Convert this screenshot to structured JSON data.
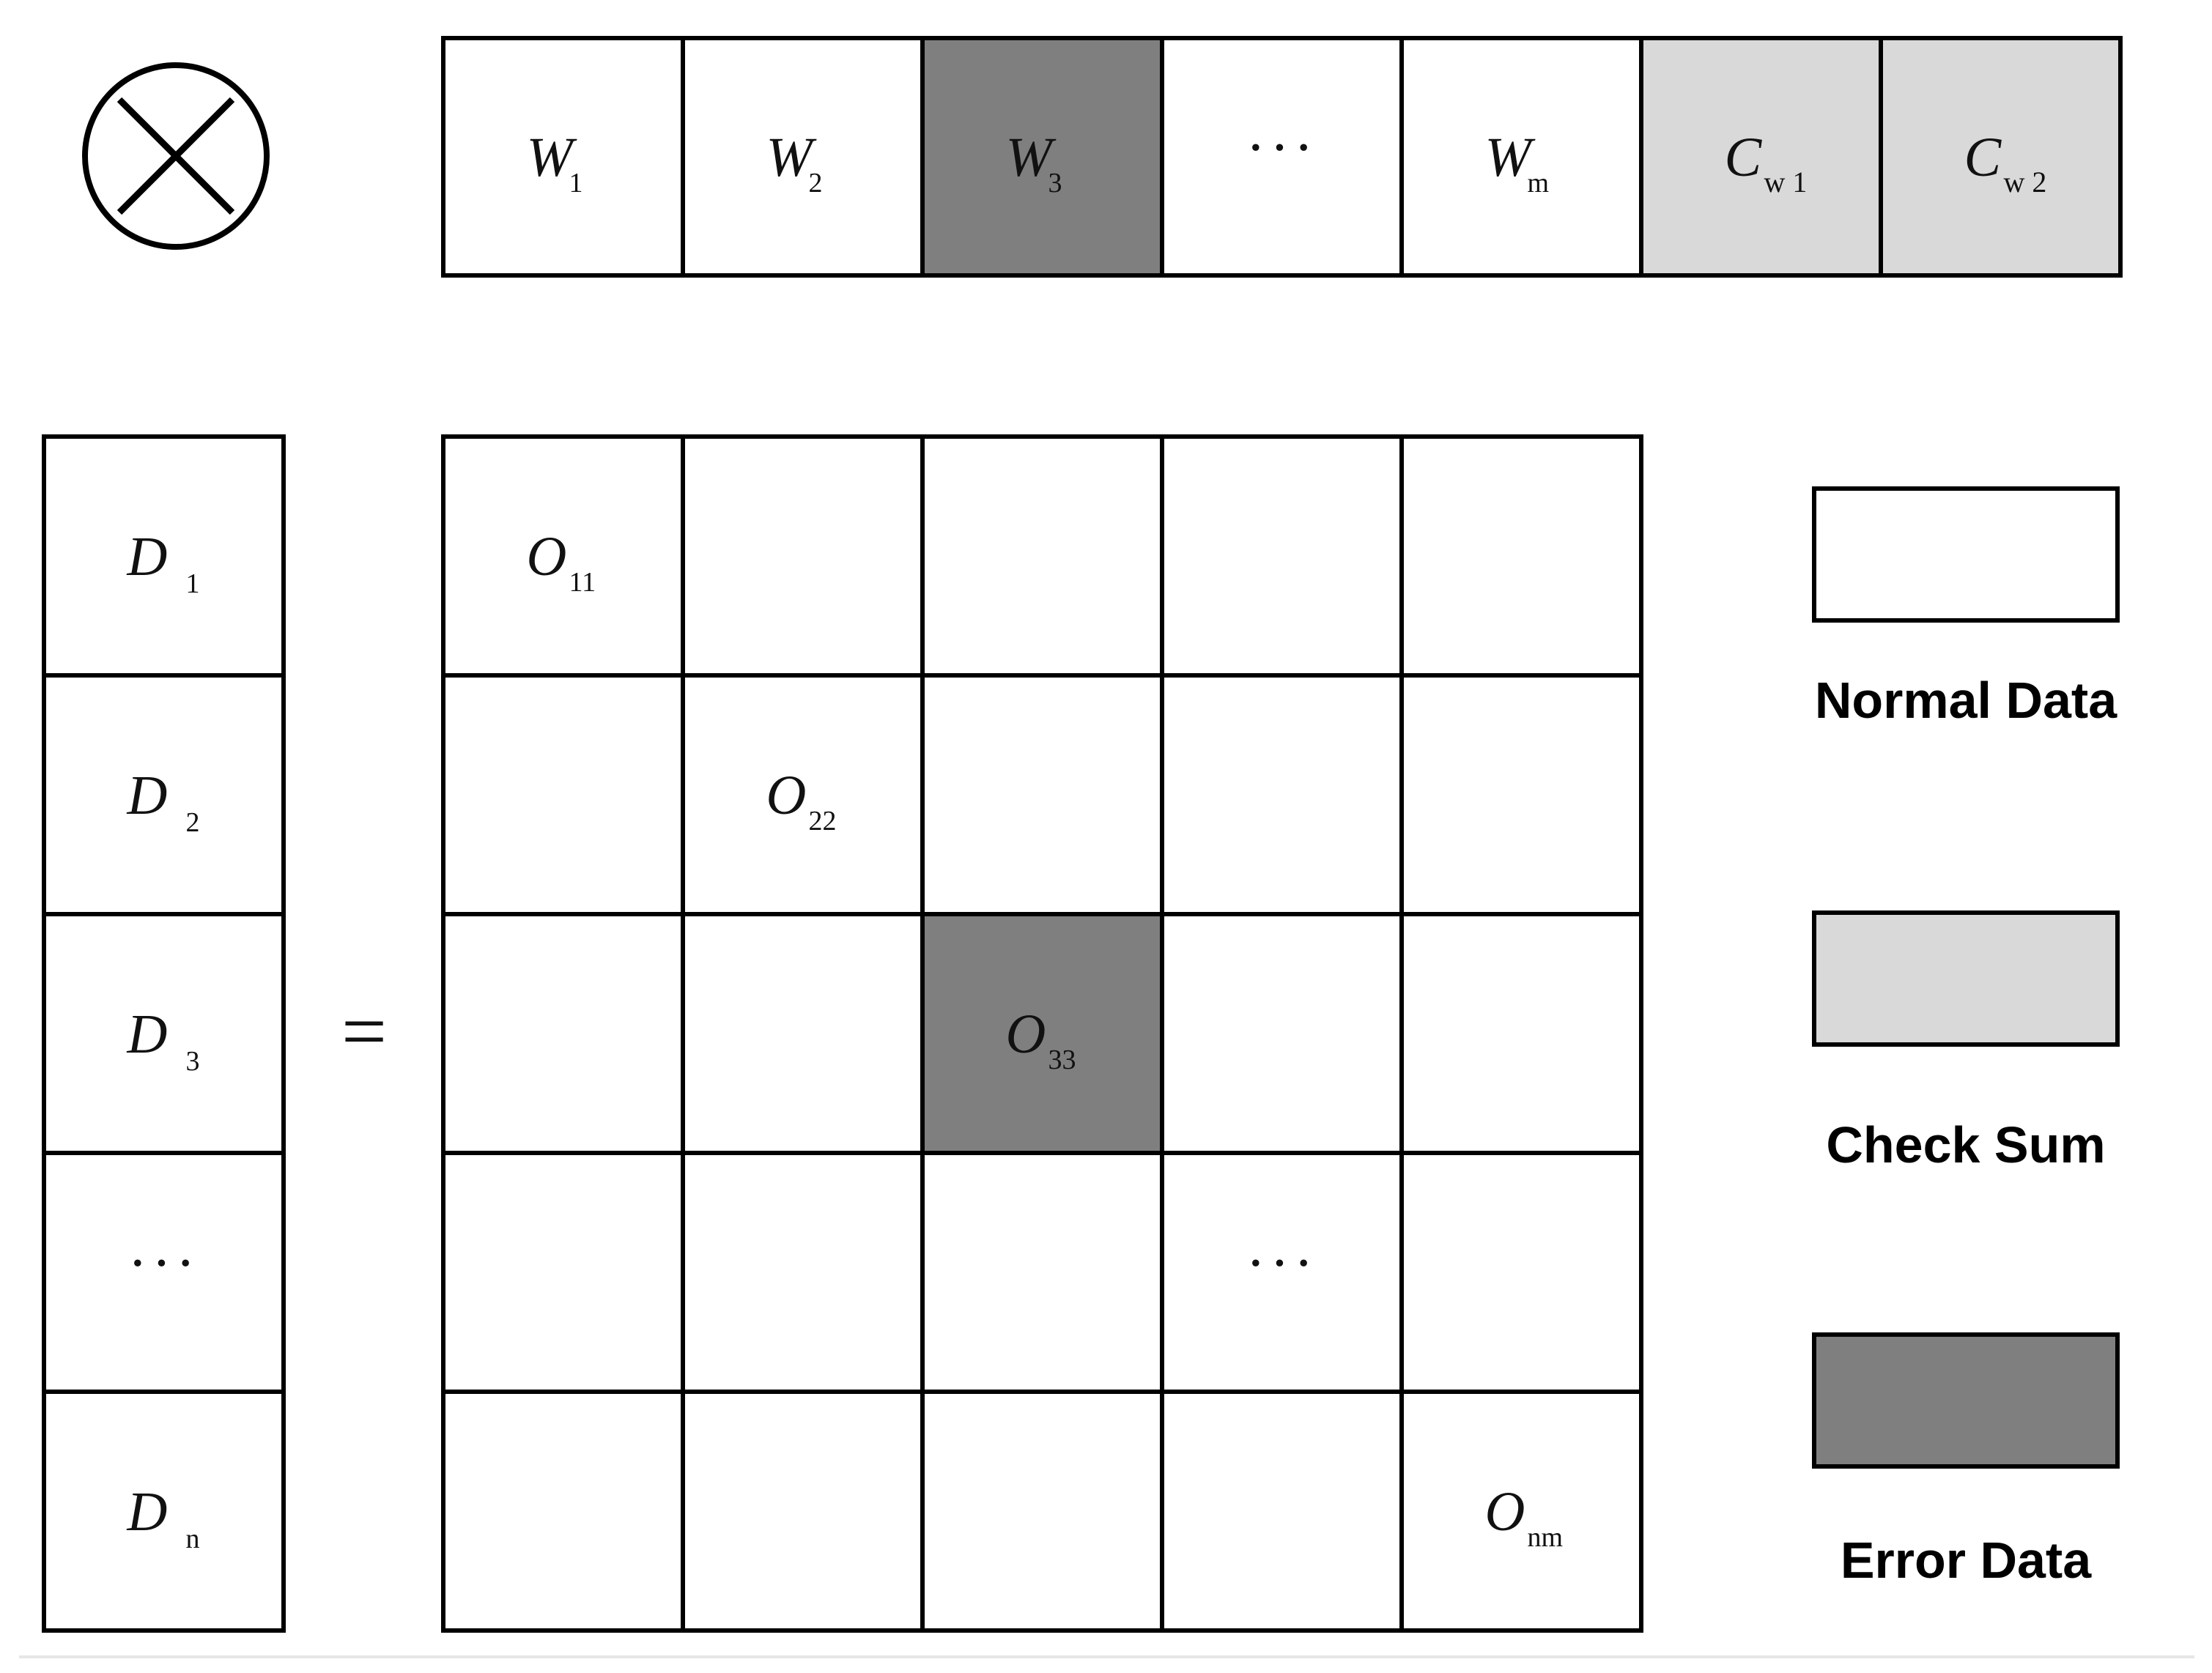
{
  "colors": {
    "normal": "#ffffff",
    "checksum": "#d9d9d9",
    "error": "#7f7f7f",
    "stroke": "#000000"
  },
  "operator": {
    "icon": "circled-times-icon"
  },
  "equals": "=",
  "weights": [
    {
      "base": "W",
      "sub": "1",
      "kind": "normal"
    },
    {
      "base": "W",
      "sub": "2",
      "kind": "normal"
    },
    {
      "base": "W",
      "sub": "3",
      "kind": "error"
    },
    {
      "base": "···",
      "sub": "",
      "kind": "normal"
    },
    {
      "base": "W",
      "sub": "m",
      "kind": "normal"
    },
    {
      "base": "C",
      "sub": "w 1",
      "kind": "checksum"
    },
    {
      "base": "C",
      "sub": "w 2",
      "kind": "checksum"
    }
  ],
  "data_column": [
    {
      "base": "D",
      "sub": "1"
    },
    {
      "base": "D",
      "sub": "2"
    },
    {
      "base": "D",
      "sub": "3"
    },
    {
      "base": "···",
      "sub": ""
    },
    {
      "base": "D",
      "sub": "n"
    }
  ],
  "output_grid": {
    "rows": 5,
    "cols": 5,
    "cells": [
      {
        "row": 0,
        "col": 0,
        "base": "O",
        "sub": "11",
        "kind": "normal"
      },
      {
        "row": 1,
        "col": 1,
        "base": "O",
        "sub": "22",
        "kind": "normal"
      },
      {
        "row": 2,
        "col": 2,
        "base": "O",
        "sub": "33",
        "kind": "error"
      },
      {
        "row": 3,
        "col": 3,
        "base": "···",
        "sub": "",
        "kind": "normal"
      },
      {
        "row": 4,
        "col": 4,
        "base": "O",
        "sub": "nm",
        "kind": "normal"
      }
    ]
  },
  "legend": [
    {
      "label": "Normal Data",
      "kind": "normal"
    },
    {
      "label": "Check Sum",
      "kind": "checksum"
    },
    {
      "label": "Error Data",
      "kind": "error"
    }
  ]
}
